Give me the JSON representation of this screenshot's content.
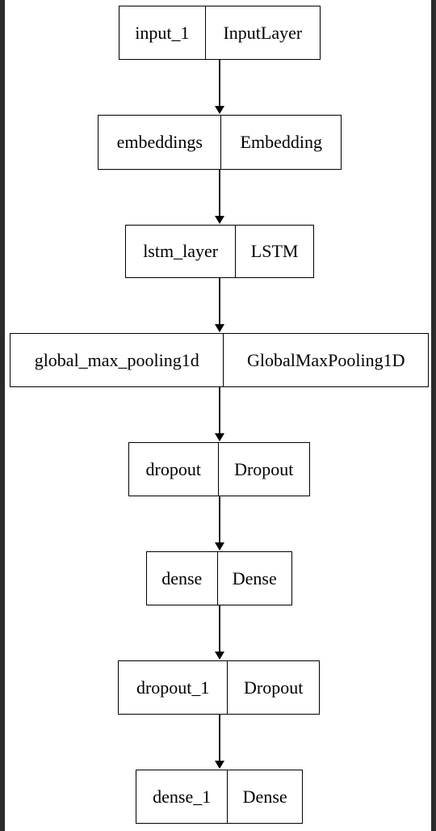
{
  "layers": [
    {
      "name": "input_1",
      "type": "InputLayer"
    },
    {
      "name": "embeddings",
      "type": "Embedding"
    },
    {
      "name": "lstm_layer",
      "type": "LSTM"
    },
    {
      "name": "global_max_pooling1d",
      "type": "GlobalMaxPooling1D"
    },
    {
      "name": "dropout",
      "type": "Dropout"
    },
    {
      "name": "dense",
      "type": "Dense"
    },
    {
      "name": "dropout_1",
      "type": "Dropout"
    },
    {
      "name": "dense_1",
      "type": "Dense"
    }
  ],
  "colors": {
    "border": "#000000",
    "background": "#ffffff",
    "frame": "#2b2b2b"
  }
}
